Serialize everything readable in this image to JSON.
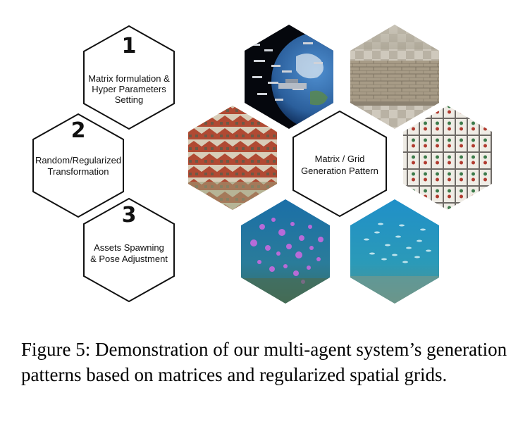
{
  "steps": [
    {
      "number": "1",
      "lines": [
        "Matrix formulation &",
        "Hyper Parameters",
        "Setting"
      ]
    },
    {
      "number": "2",
      "lines": [
        "Random/Regularized",
        "Transformation"
      ]
    },
    {
      "number": "3",
      "lines": [
        "Assets Spawning",
        "& Pose Adjustment"
      ]
    }
  ],
  "center": {
    "lines": [
      "Matrix / Grid",
      "Generation Pattern"
    ]
  },
  "images": [
    {
      "name": "space-fleet-earth-image"
    },
    {
      "name": "brick-wall-image"
    },
    {
      "name": "city-rooftops-image"
    },
    {
      "name": "mahjong-tiles-image"
    },
    {
      "name": "jellyfish-ocean-image"
    },
    {
      "name": "fish-school-ocean-image"
    }
  ],
  "caption": {
    "label": "Figure 5:",
    "text": "Demonstration of our multi-agent system’s generation patterns based on matrices and regularized spatial grids."
  }
}
